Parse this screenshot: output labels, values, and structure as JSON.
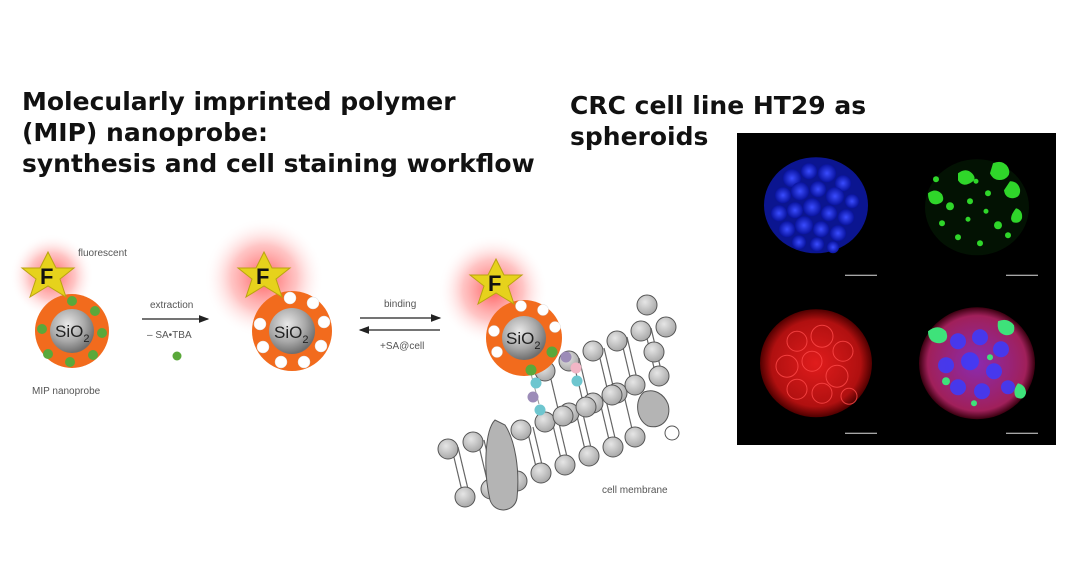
{
  "left_title": [
    "Molecularly imprinted polymer",
    "(MIP) nanoprobe:",
    "synthesis and cell staining workflow"
  ],
  "right_title": [
    "CRC cell line HT29 as",
    "spheroids"
  ],
  "diagram": {
    "fluorescent_label": "fluorescent",
    "fluor_letter": "F",
    "core_label": "SiO",
    "core_subscript": "2",
    "step1_top": "extraction",
    "step1_bottom": "– SA•TBA",
    "probe_label": "MIP nanoprobe",
    "step2_top": "binding",
    "step2_bottom": "+SA@cell",
    "membrane_label": "cell membrane"
  },
  "panels": [
    {
      "name": "blue-nuclei-panel",
      "color": "#2233ff"
    },
    {
      "name": "green-probe-panel",
      "color": "#33dd22"
    },
    {
      "name": "red-actin-panel",
      "color": "#dd1a1a"
    },
    {
      "name": "merged-panel",
      "color": "#cc55cc"
    }
  ],
  "colors": {
    "shell": "#f26b1d",
    "core": "#9a9a9a",
    "dot_template": "#5aa83a",
    "star": "#e6d21c",
    "glow": "#ff3c3c",
    "bead": "#c8c8c8"
  }
}
